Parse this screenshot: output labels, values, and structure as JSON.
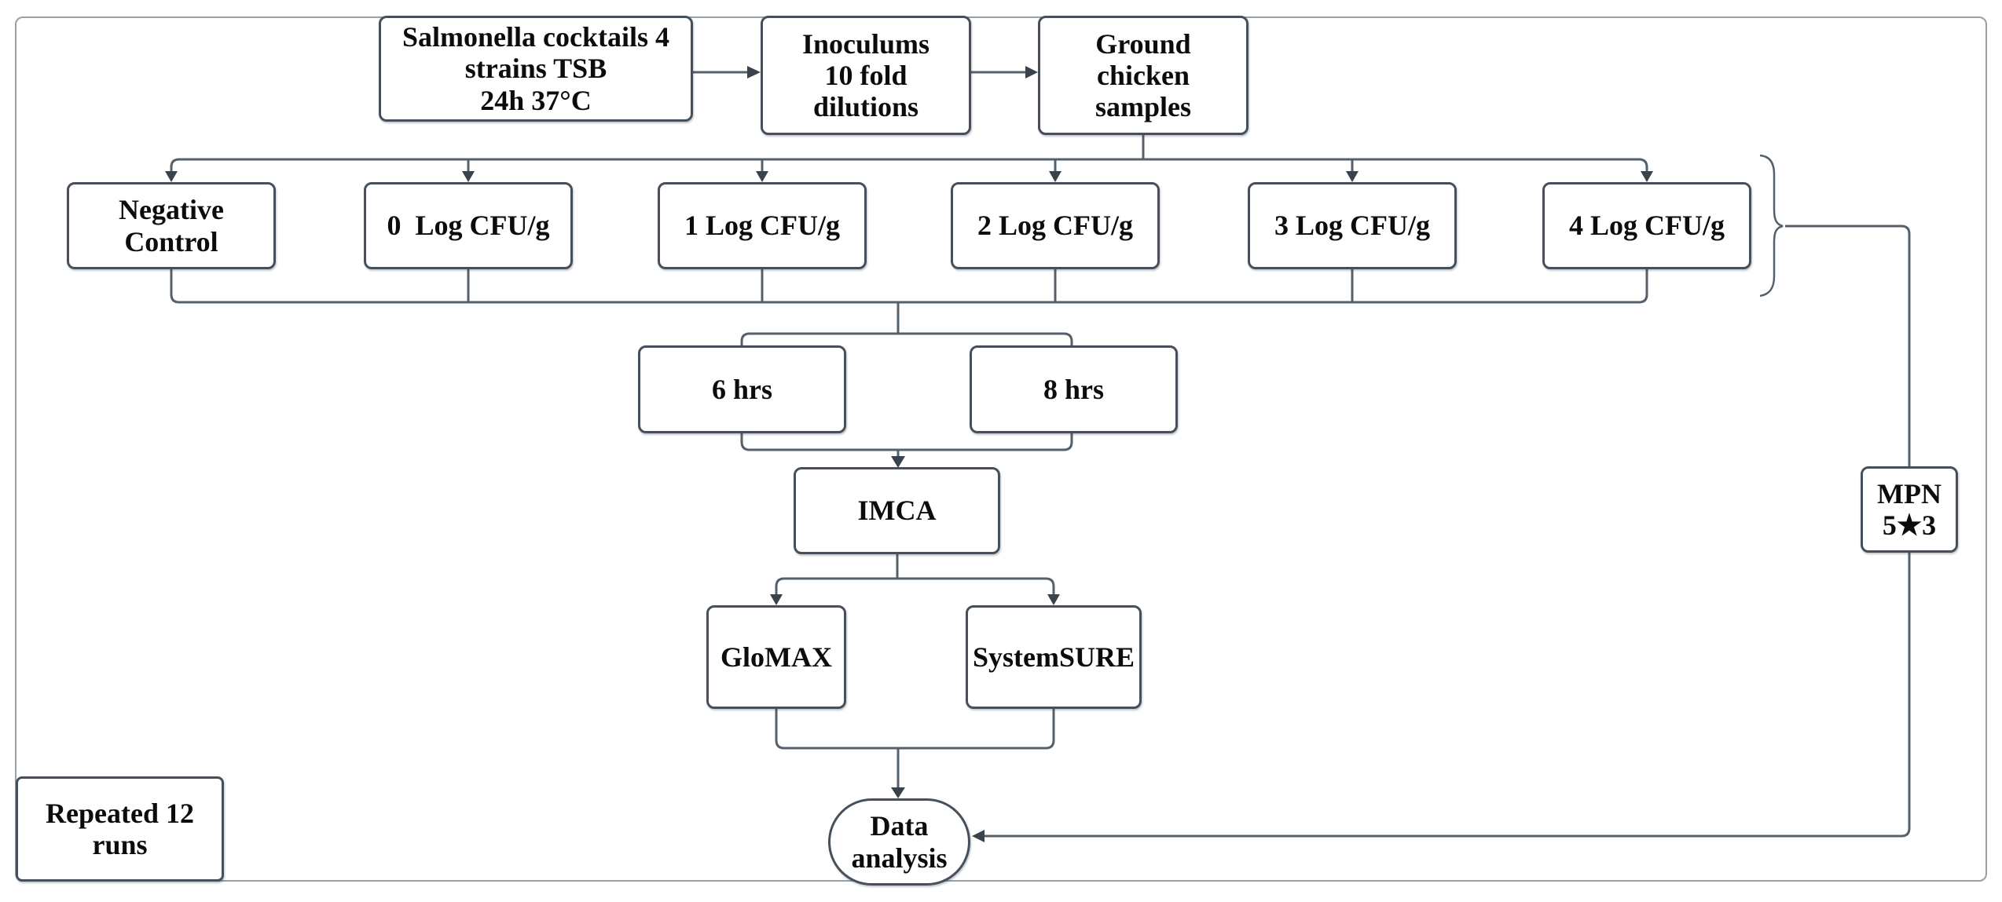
{
  "diagram": {
    "description": "Experimental workflow flowchart",
    "nodes": {
      "salmonella": {
        "label": "Salmonella cocktails 4\nstrains TSB\n24h 37°C"
      },
      "inoculums": {
        "label": "Inoculums\n10 fold\ndilutions"
      },
      "ground": {
        "label": "Ground\nchicken\nsamples"
      },
      "negative": {
        "label": "Negative\nControl"
      },
      "log0": {
        "label": "0  Log CFU/g"
      },
      "log1": {
        "label": "1 Log CFU/g"
      },
      "log2": {
        "label": "2 Log CFU/g"
      },
      "log3": {
        "label": "3 Log CFU/g"
      },
      "log4": {
        "label": "4 Log CFU/g"
      },
      "hrs6": {
        "label": "6 hrs"
      },
      "hrs8": {
        "label": "8 hrs"
      },
      "imca": {
        "label": "IMCA"
      },
      "glomax": {
        "label": "GloMAX"
      },
      "systemsure": {
        "label": "SystemSURE"
      },
      "mpn": {
        "label": "MPN\n5★3"
      },
      "data": {
        "label": "Data\nanalysis"
      },
      "repeated": {
        "label": "Repeated 12\nruns"
      }
    },
    "colors": {
      "box_border": "#45505c",
      "connector": "#56606b",
      "arrowhead": "#39434e",
      "outer_border": "#98a0a9",
      "text": "#0c0c0c",
      "background": "#ffffff"
    }
  }
}
